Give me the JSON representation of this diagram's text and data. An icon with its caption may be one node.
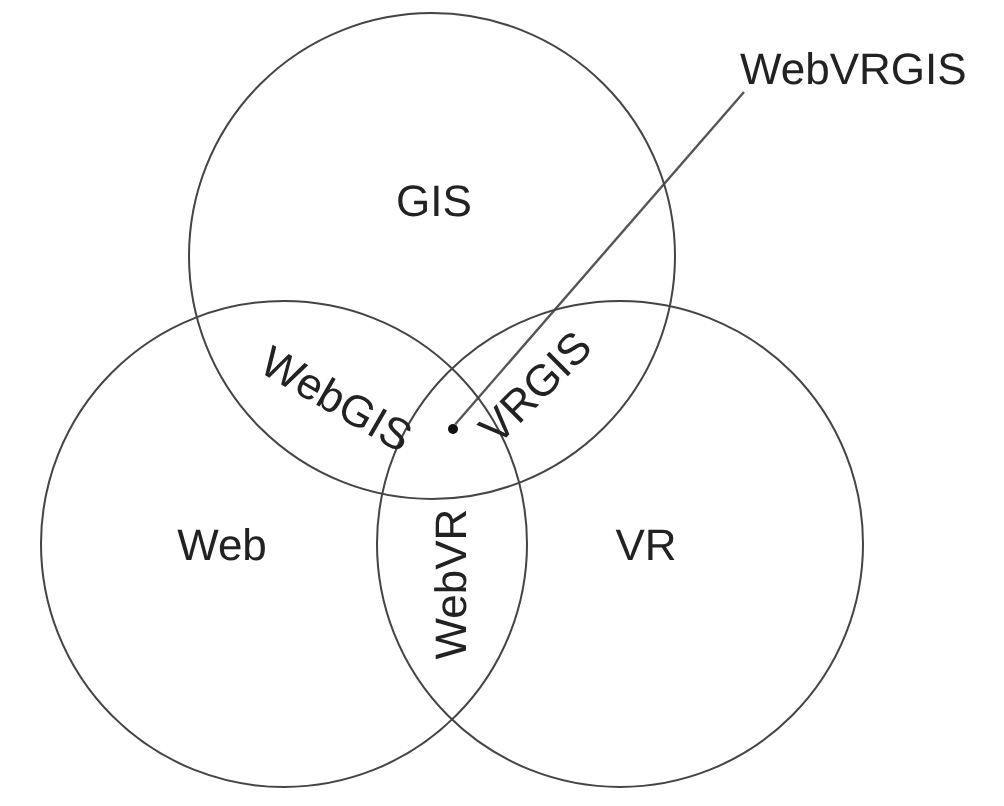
{
  "diagram": {
    "nodes": [
      {
        "text": [
          "GIS"
        ]
      },
      {
        "text": [
          "Web"
        ]
      },
      {
        "text": [
          "VR"
        ]
      },
      {
        "text": [
          "WebVRGIS"
        ]
      },
      {
        "text": [],
        "shape": "circle"
      }
    ],
    "edges": [
      {
        "from": 3,
        "to": 4,
        "arrow": "none"
      }
    ],
    "labels": [
      "WebGIS",
      "VRGIS",
      "WebVR"
    ]
  }
}
